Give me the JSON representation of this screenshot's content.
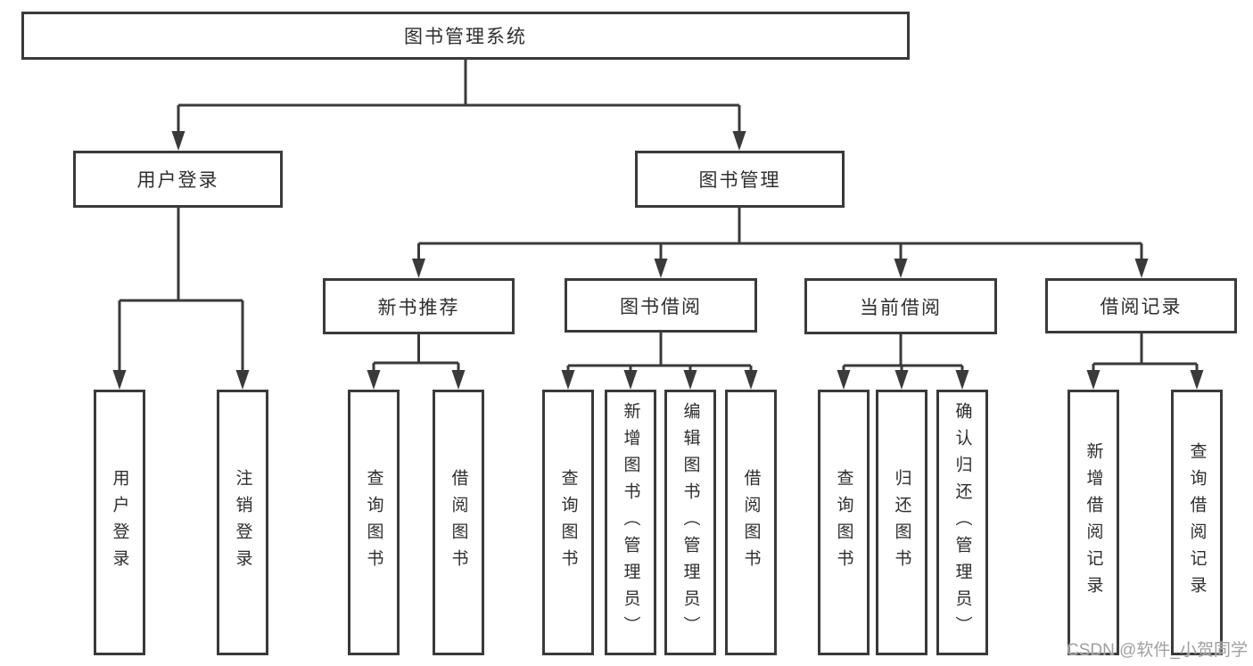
{
  "diagram": {
    "root": {
      "label": "图书管理系统",
      "children": [
        {
          "label": "用户登录",
          "children": [
            {
              "label": "用户登录"
            },
            {
              "label": "注销登录"
            }
          ]
        },
        {
          "label": "图书管理",
          "children": [
            {
              "label": "新书推荐",
              "children": [
                {
                  "label": "查询图书"
                },
                {
                  "label": "借阅图书"
                }
              ]
            },
            {
              "label": "图书借阅",
              "children": [
                {
                  "label": "查询图书"
                },
                {
                  "label": "新增图书（管理员）"
                },
                {
                  "label": "编辑图书（管理员）"
                },
                {
                  "label": "借阅图书"
                }
              ]
            },
            {
              "label": "当前借阅",
              "children": [
                {
                  "label": "查询图书"
                },
                {
                  "label": "归还图书"
                },
                {
                  "label": "确认归还（管理员）"
                }
              ]
            },
            {
              "label": "借阅记录",
              "children": [
                {
                  "label": "新增借阅记录"
                },
                {
                  "label": "查询借阅记录"
                }
              ]
            }
          ]
        }
      ]
    }
  },
  "watermark": {
    "text": "CSDN @软件_小贺同学"
  },
  "colors": {
    "line": "#3a3a3a",
    "box_border": "#3a3a3a",
    "box_fill": "#ffffff",
    "text": "#2e2e2e",
    "watermark": "#a0a0a0",
    "background": "#ffffff"
  }
}
